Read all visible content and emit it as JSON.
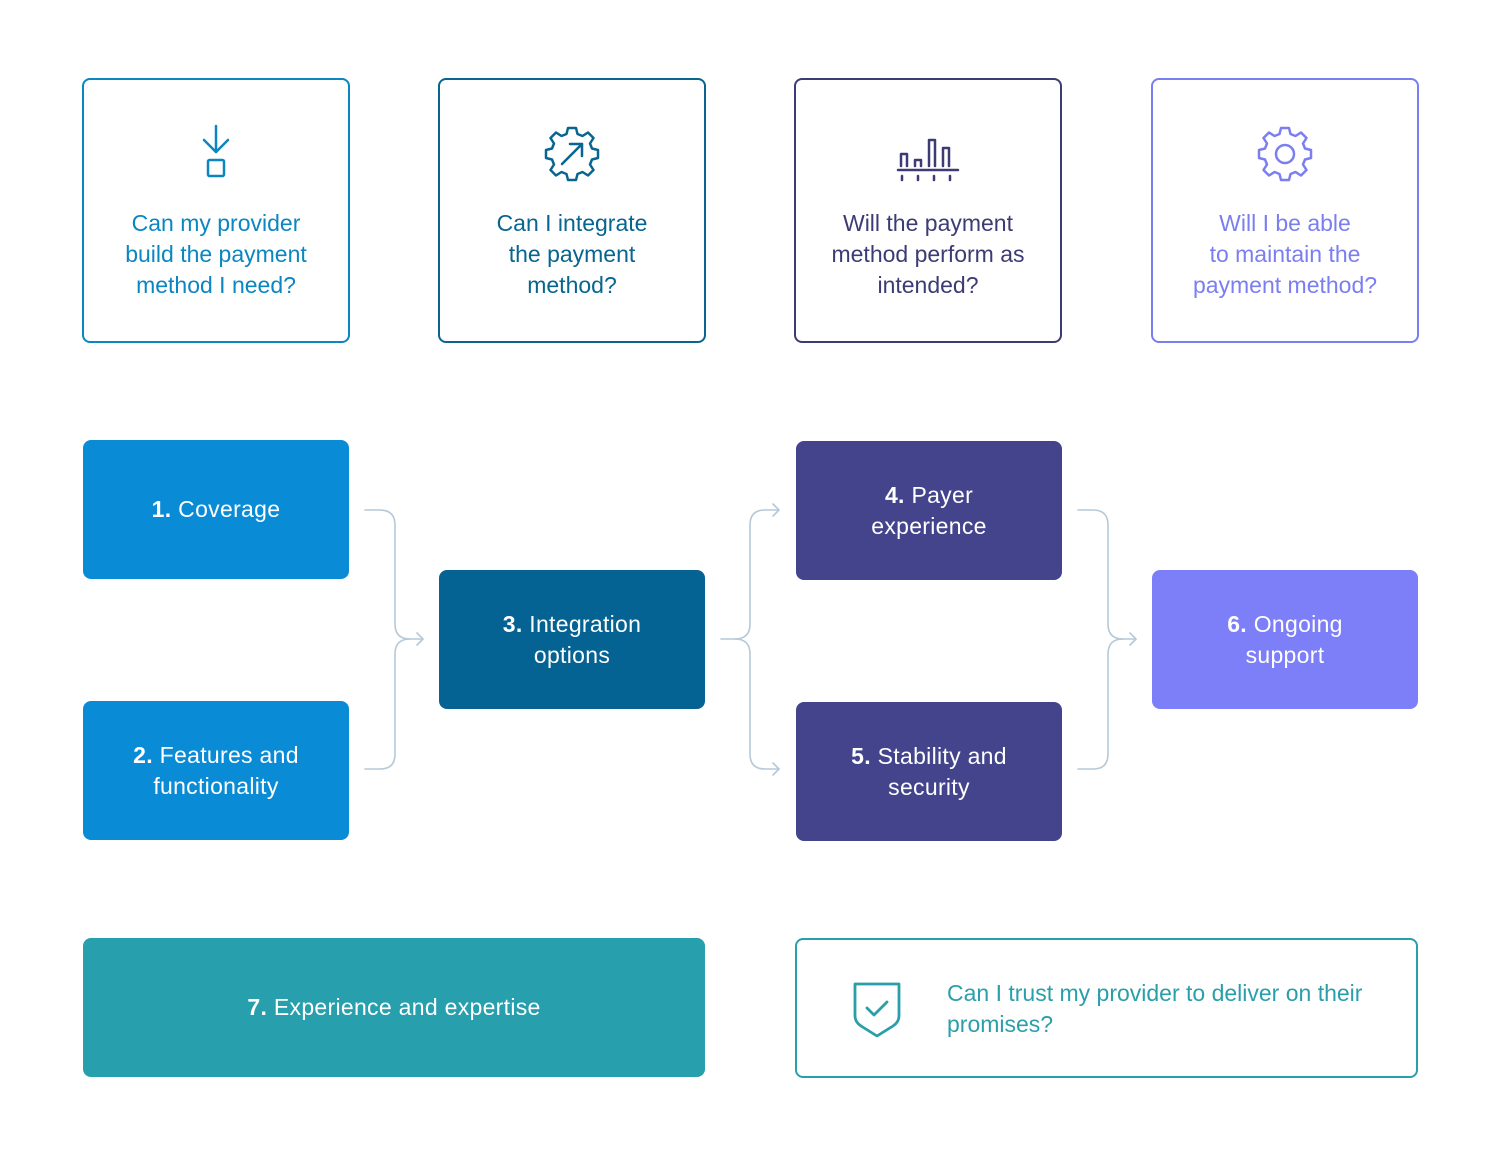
{
  "colors": {
    "q1": "#0b86c1",
    "q2": "#07658f",
    "q3": "#3d3b74",
    "q4": "#7a7ef0",
    "step_blue": "#0a8bd6",
    "step_dark_blue": "#056393",
    "step_indigo": "#43448c",
    "step_violet": "#7c7ff7",
    "step_teal": "#279fac",
    "connector": "#b6c9d8",
    "trust": "#2a9fa9"
  },
  "questions": [
    {
      "icon": "download-box-icon",
      "text": "Can my provider\nbuild the payment\nmethod I need?"
    },
    {
      "icon": "gear-arrow-icon",
      "text": "Can I integrate\nthe payment\nmethod?"
    },
    {
      "icon": "bar-chart-icon",
      "text": "Will the payment\nmethod perform as\nintended?"
    },
    {
      "icon": "gear-icon",
      "text": "Will I be able\nto maintain the\npayment method?"
    }
  ],
  "steps": [
    {
      "num": "1.",
      "line1": "Coverage",
      "line2": ""
    },
    {
      "num": "2.",
      "line1": "Features and",
      "line2": "functionality"
    },
    {
      "num": "3.",
      "line1": "Integration",
      "line2": "options"
    },
    {
      "num": "4.",
      "line1": "Payer",
      "line2": "experience"
    },
    {
      "num": "5.",
      "line1": "Stability and",
      "line2": "security"
    },
    {
      "num": "6.",
      "line1": "Ongoing",
      "line2": "support"
    },
    {
      "num": "7.",
      "line1": "Experience and expertise",
      "line2": ""
    }
  ],
  "trust": {
    "icon": "shield-check-icon",
    "text": "Can I trust my provider to deliver on their promises?"
  }
}
